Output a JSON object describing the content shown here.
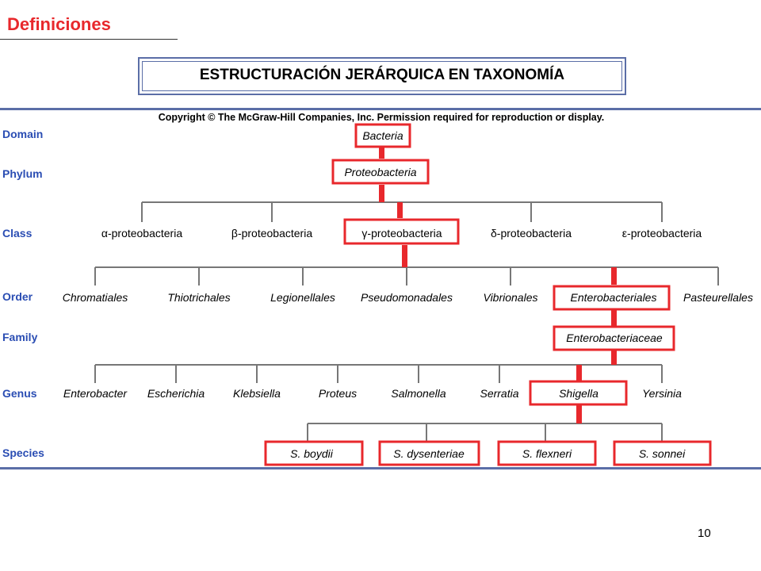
{
  "header": {
    "title": "Definiciones"
  },
  "main_title": "ESTRUCTURACIÓN JERÁRQUICA EN TAXONOMÍA",
  "copyright": "Copyright © The McGraw-Hill Companies, Inc. Permission required for reproduction or display.",
  "colors": {
    "header_red": "#e8282c",
    "rank_blue": "#2a4db3",
    "highlight_red": "#e8282c",
    "line_gray": "#777777",
    "frame_blue": "#5b6ea7"
  },
  "ranks": [
    "Domain",
    "Phylum",
    "Class",
    "Order",
    "Family",
    "Genus",
    "Species"
  ],
  "taxonomy": {
    "domain": [
      "Bacteria"
    ],
    "phylum": [
      "Proteobacteria"
    ],
    "class": [
      "α-proteobacteria",
      "β-proteobacteria",
      "γ-proteobacteria",
      "δ-proteobacteria",
      "ε-proteobacteria"
    ],
    "order": [
      "Chromatiales",
      "Thiotrichales",
      "Legionellales",
      "Pseudomonadales",
      "Vibrionales",
      "Enterobacteriales",
      "Pasteurellales"
    ],
    "family": [
      "Enterobacteriaceae"
    ],
    "genus": [
      "Enterobacter",
      "Escherichia",
      "Klebsiella",
      "Proteus",
      "Salmonella",
      "Serratia",
      "Shigella",
      "Yersinia"
    ],
    "species": [
      "S. boydii",
      "S. dysenteriae",
      "S. flexneri",
      "S. sonnei"
    ]
  },
  "highlighted_path": [
    "Bacteria",
    "Proteobacteria",
    "γ-proteobacteria",
    "Enterobacteriales",
    "Enterobacteriaceae",
    "Shigella",
    "S. boydii",
    "S. dysenteriae",
    "S. flexneri",
    "S. sonnei"
  ],
  "page_number": "10"
}
